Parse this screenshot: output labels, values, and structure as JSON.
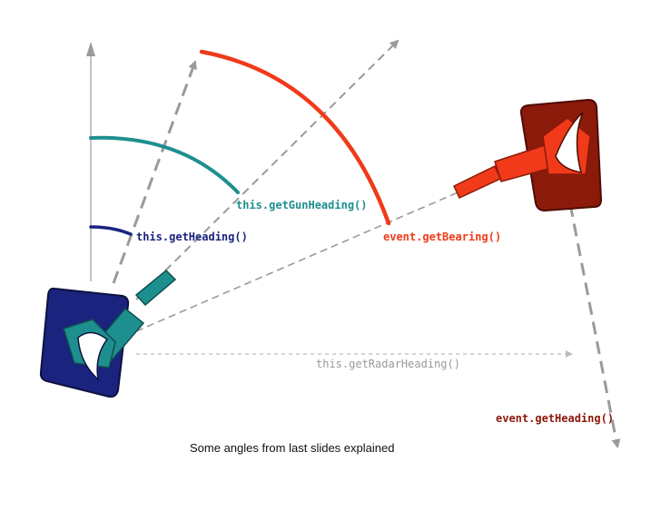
{
  "labels": {
    "heading": "this.getHeading()",
    "gun_heading": "this.getGunHeading()",
    "bearing": "event.getBearing()",
    "radar_heading": "this.getRadarHeading()",
    "enemy_heading": "event.getHeading()"
  },
  "caption": "Some angles from last slides explained",
  "colors": {
    "heading": "#1a237e",
    "gun_heading": "#1e8f8f",
    "bearing": "#f03a1a",
    "radar_heading": "#999999",
    "enemy_heading": "#8b1a0a",
    "dashed_arrow": "#9a9a9a",
    "own_tank_body": "#1a237e",
    "own_tank_turret": "#1e8f8f",
    "enemy_tank_body": "#8b1a0a",
    "enemy_tank_turret": "#f03a1a"
  }
}
